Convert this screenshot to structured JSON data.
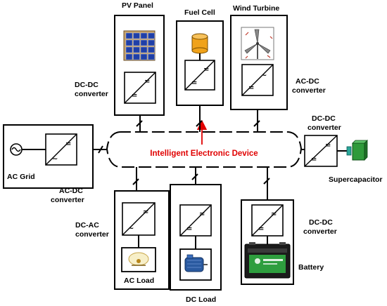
{
  "labels": {
    "pv_panel": "PV Panel",
    "fuel_cell": "Fuel Cell",
    "wind_turbine": "Wind Turbine",
    "dcdc_pv_1": "DC-DC",
    "dcdc_pv_2": "converter",
    "acdc_wind_1": "AC-DC",
    "acdc_wind_2": "converter",
    "dcdc_sc_1": "DC-DC",
    "dcdc_sc_2": "converter",
    "supercapacitor": "Supercapacitor",
    "ac_grid": "AC Grid",
    "acdc_grid_1": "AC-DC",
    "acdc_grid_2": "converter",
    "ied": "Intelligent Electronic Device",
    "dcac_load_1": "DC-AC",
    "dcac_load_2": "converter",
    "ac_load": "AC Load",
    "dc_load": "DC Load",
    "dcdc_bat_1": "DC-DC",
    "dcdc_bat_2": "converter",
    "battery": "Battery"
  },
  "symbols": {
    "dc": "=",
    "ac": "~"
  },
  "colors": {
    "ied": "#e00000",
    "line": "#000000",
    "pv_cell": "#1f3fa8",
    "fuel_cell": "#f0a21a",
    "motor": "#2a5aa0",
    "supercap": "#2f9a3a",
    "battery_label": "#2e9e3e"
  }
}
